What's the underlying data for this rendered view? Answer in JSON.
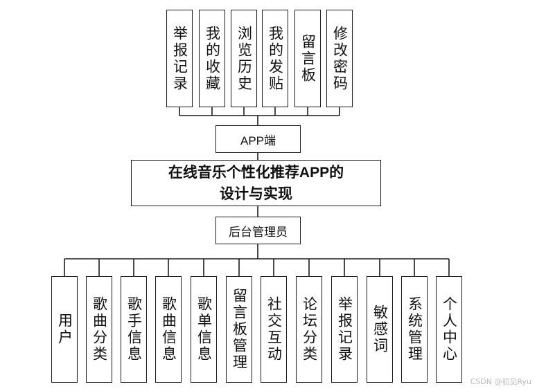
{
  "app_branch": {
    "label": "APP端",
    "items": [
      "举报记录",
      "我的收藏",
      "浏览历史",
      "我的发贴",
      "留言板",
      "修改密码"
    ]
  },
  "title": {
    "line1": "在线音乐个性化推荐APP的",
    "line2": "设计与实现"
  },
  "admin_branch": {
    "label": "后台管理员",
    "items": [
      "用户",
      "歌曲分类",
      "歌手信息",
      "歌曲信息",
      "歌单信息",
      "留言板管理",
      "社交互动",
      "论坛分类",
      "举报记录",
      "敏感词",
      "系统管理",
      "个人中心"
    ]
  },
  "watermark": "CSDN @初见Ryu"
}
